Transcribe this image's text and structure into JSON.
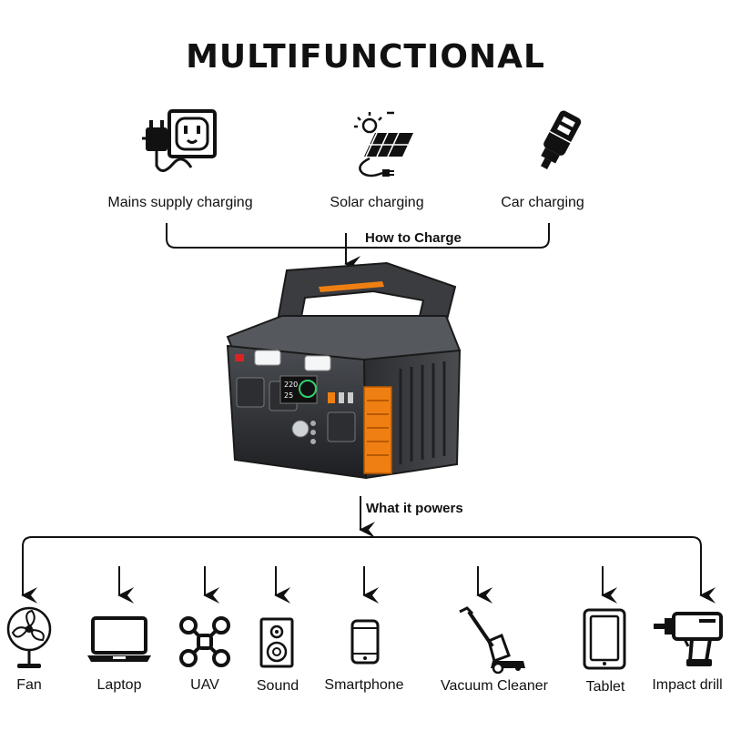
{
  "title": "MULTIFUNCTIONAL",
  "charging": {
    "methods": [
      {
        "label": "Mains supply charging",
        "icon": "plug-socket-icon"
      },
      {
        "label": "Solar charging",
        "icon": "solar-panel-icon"
      },
      {
        "label": "Car charging",
        "icon": "car-charger-icon"
      }
    ],
    "flow_label": "How to Charge"
  },
  "product": {
    "icon": "power-station-icon",
    "accent_color": "#f07f13",
    "display_values": [
      "220",
      "25"
    ]
  },
  "powers": {
    "flow_label": "What it powers",
    "devices": [
      {
        "label": "Fan",
        "icon": "fan-icon"
      },
      {
        "label": "Laptop",
        "icon": "laptop-icon"
      },
      {
        "label": "UAV",
        "icon": "drone-icon"
      },
      {
        "label": "Sound",
        "icon": "speaker-icon"
      },
      {
        "label": "Smartphone",
        "icon": "smartphone-icon"
      },
      {
        "label": "Vacuum Cleaner",
        "icon": "vacuum-cleaner-icon"
      },
      {
        "label": "Tablet",
        "icon": "tablet-icon"
      },
      {
        "label": "Impact drill",
        "icon": "impact-drill-icon"
      }
    ]
  }
}
